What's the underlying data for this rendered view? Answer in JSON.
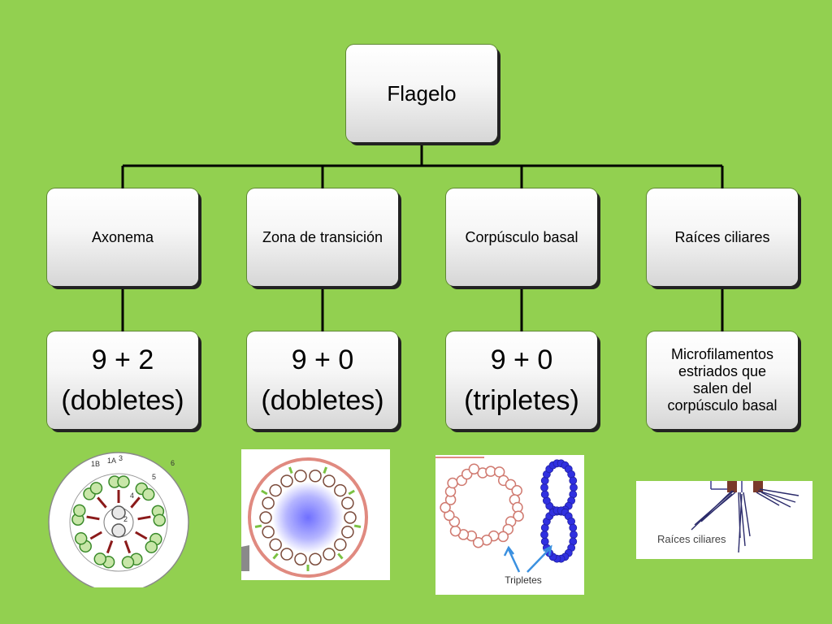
{
  "root": {
    "label": "Flagelo"
  },
  "branches": [
    {
      "label": "Axonema",
      "detail_lines": [
        "9 + 2",
        "(dobletes)"
      ]
    },
    {
      "label": "Zona de transición",
      "detail_lines": [
        "9 + 0",
        "(dobletes)"
      ]
    },
    {
      "label": "Corpúsculo basal",
      "detail_lines": [
        "9 + 0",
        "(tripletes)"
      ]
    },
    {
      "label": "Raíces ciliares",
      "detail_lines": [
        "Microfilamentos",
        "estriados que",
        "salen del",
        "corpúsculo basal"
      ]
    }
  ],
  "images": {
    "axonema": {
      "labels": [
        "1B",
        "1A",
        "3",
        "6",
        "5",
        "4",
        "2"
      ]
    },
    "corpusculo": {
      "caption": "Tripletes"
    },
    "raices": {
      "caption": "Raíces ciliares"
    }
  },
  "colors": {
    "background": "#92d050",
    "connector": "#000000"
  }
}
